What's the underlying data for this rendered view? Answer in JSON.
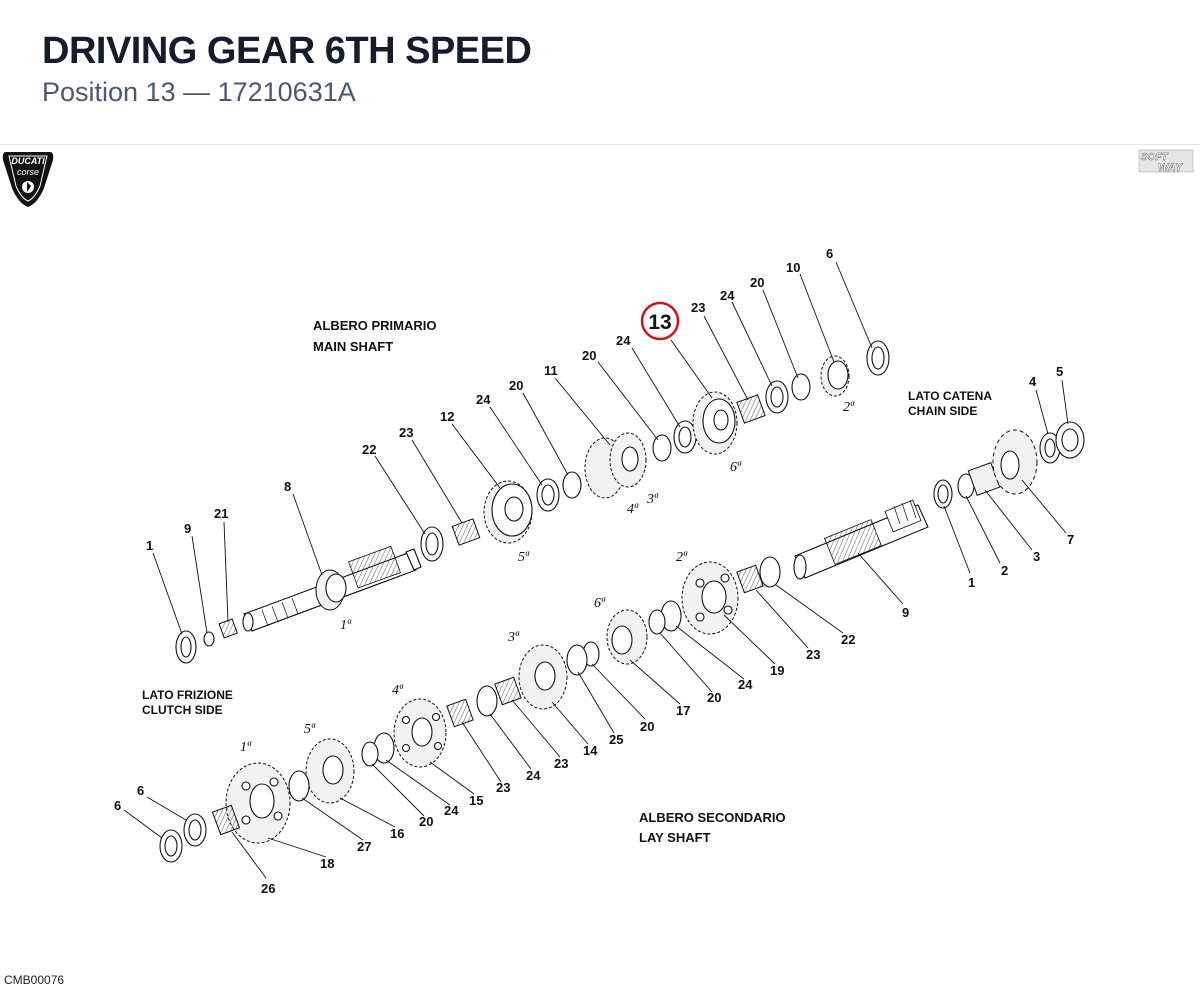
{
  "header": {
    "title": "DRIVING GEAR 6TH SPEED",
    "subtitle": "Position 13 — 17210631A"
  },
  "logos": {
    "ducati_top": "DUCATI",
    "ducati_bottom": "corse",
    "softway_top": "SOFT",
    "softway_bottom": "WAY"
  },
  "labels": {
    "main_shaft_it": "ALBERO PRIMARIO",
    "main_shaft_en": "MAIN SHAFT",
    "chain_side_it": "LATO CATENA",
    "chain_side_en": "CHAIN SIDE",
    "clutch_side_it": "LATO FRIZIONE",
    "clutch_side_en": "CLUTCH SIDE",
    "lay_shaft_it": "ALBERO SECONDARIO",
    "lay_shaft_en": "LAY SHAFT"
  },
  "highlight": {
    "number": "13",
    "color": "#d0121b"
  },
  "callouts": {
    "c6a": "6",
    "c10": "10",
    "c20a": "20",
    "c24a": "24",
    "c23a": "23",
    "c24b": "24",
    "c20b": "20",
    "c11": "11",
    "c20c": "20",
    "c24c": "24",
    "c12": "12",
    "c23b": "23",
    "c22a": "22",
    "c8": "8",
    "c21": "21",
    "c9a": "9",
    "c1a": "1",
    "c4": "4",
    "c5": "5",
    "c7": "7",
    "c3": "3",
    "c2": "2",
    "c1b": "1",
    "c9b": "9",
    "c22b": "22",
    "c23c": "23",
    "c19": "19",
    "c24d": "24",
    "c20d": "20",
    "c17": "17",
    "c20e": "20",
    "c25": "25",
    "c14": "14",
    "c23d": "23",
    "c24e": "24",
    "c23e": "23",
    "c15": "15",
    "c24f": "24",
    "c20f": "20",
    "c16": "16",
    "c27": "27",
    "c18": "18",
    "c26": "26",
    "c6b": "6",
    "c6c": "6"
  },
  "gear_ordinals": {
    "main": {
      "g2": "2ª",
      "g6": "6ª",
      "g4": "4ª",
      "g3": "3ª",
      "g5": "5ª",
      "g1": "1ª"
    },
    "lay": {
      "g2": "2ª",
      "g6": "6ª",
      "g3": "3ª",
      "g4": "4ª",
      "g5": "5ª",
      "g1": "1ª"
    }
  },
  "footer": {
    "page_code": "CMB00076"
  }
}
